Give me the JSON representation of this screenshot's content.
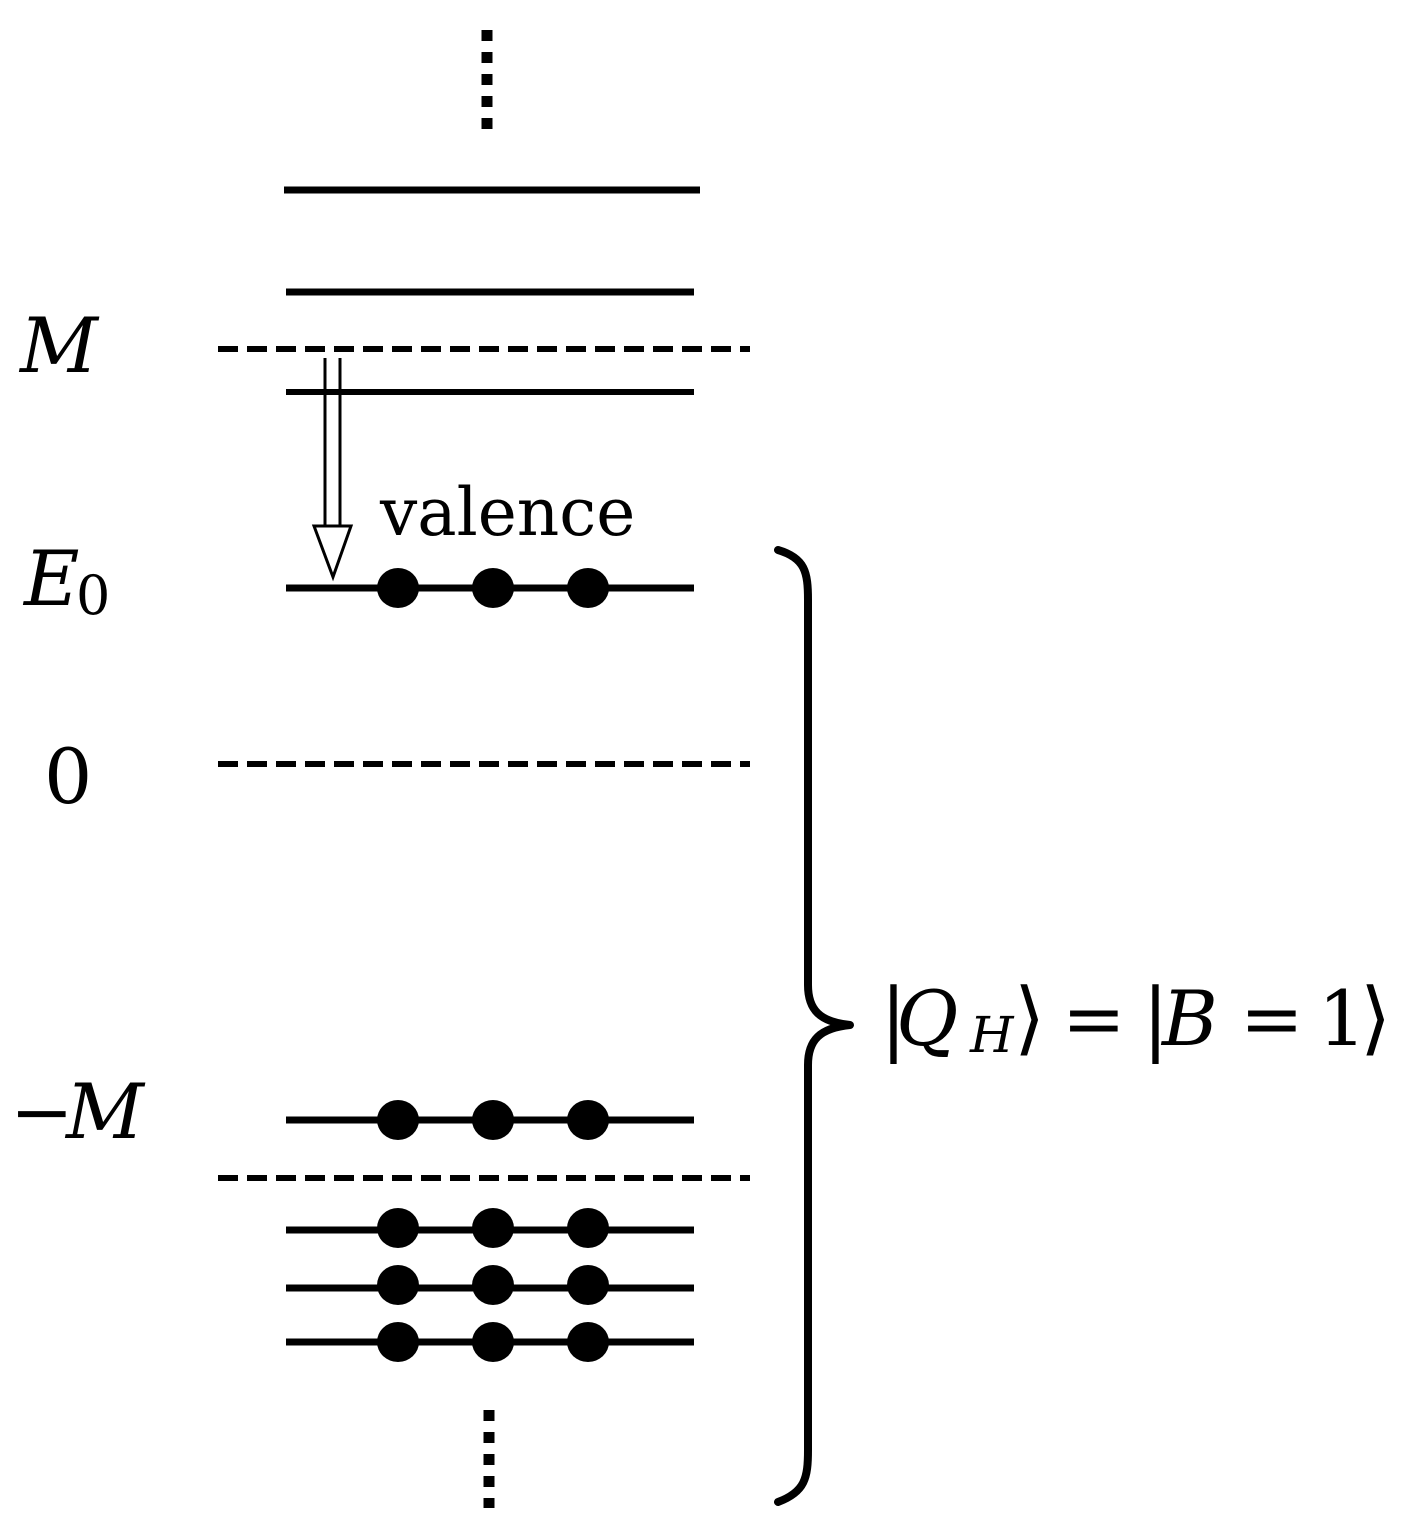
{
  "labels": {
    "M": "M",
    "E0_base": "E",
    "E0_sub": "0",
    "zero": "0",
    "minus_M_sign": "−",
    "minus_M": "M",
    "valence": "valence"
  },
  "state": {
    "bar1": "|",
    "Q": "Q",
    "H_sub": "H",
    "rangle1": "⟩",
    "equals1": "=",
    "bar2": "|",
    "B": "B",
    "equals2": "=",
    "one": "1",
    "rangle2": "⟩"
  },
  "levels": {
    "filled_rows": [
      "E0",
      "-M",
      "below-1",
      "below-2",
      "below-3"
    ],
    "particles_per_filled_level": 3,
    "empty_levels_above_M": 2,
    "empty_levels_between_M_and_E0": 1
  },
  "colors": {
    "ink": "#000000",
    "background": "#ffffff"
  }
}
